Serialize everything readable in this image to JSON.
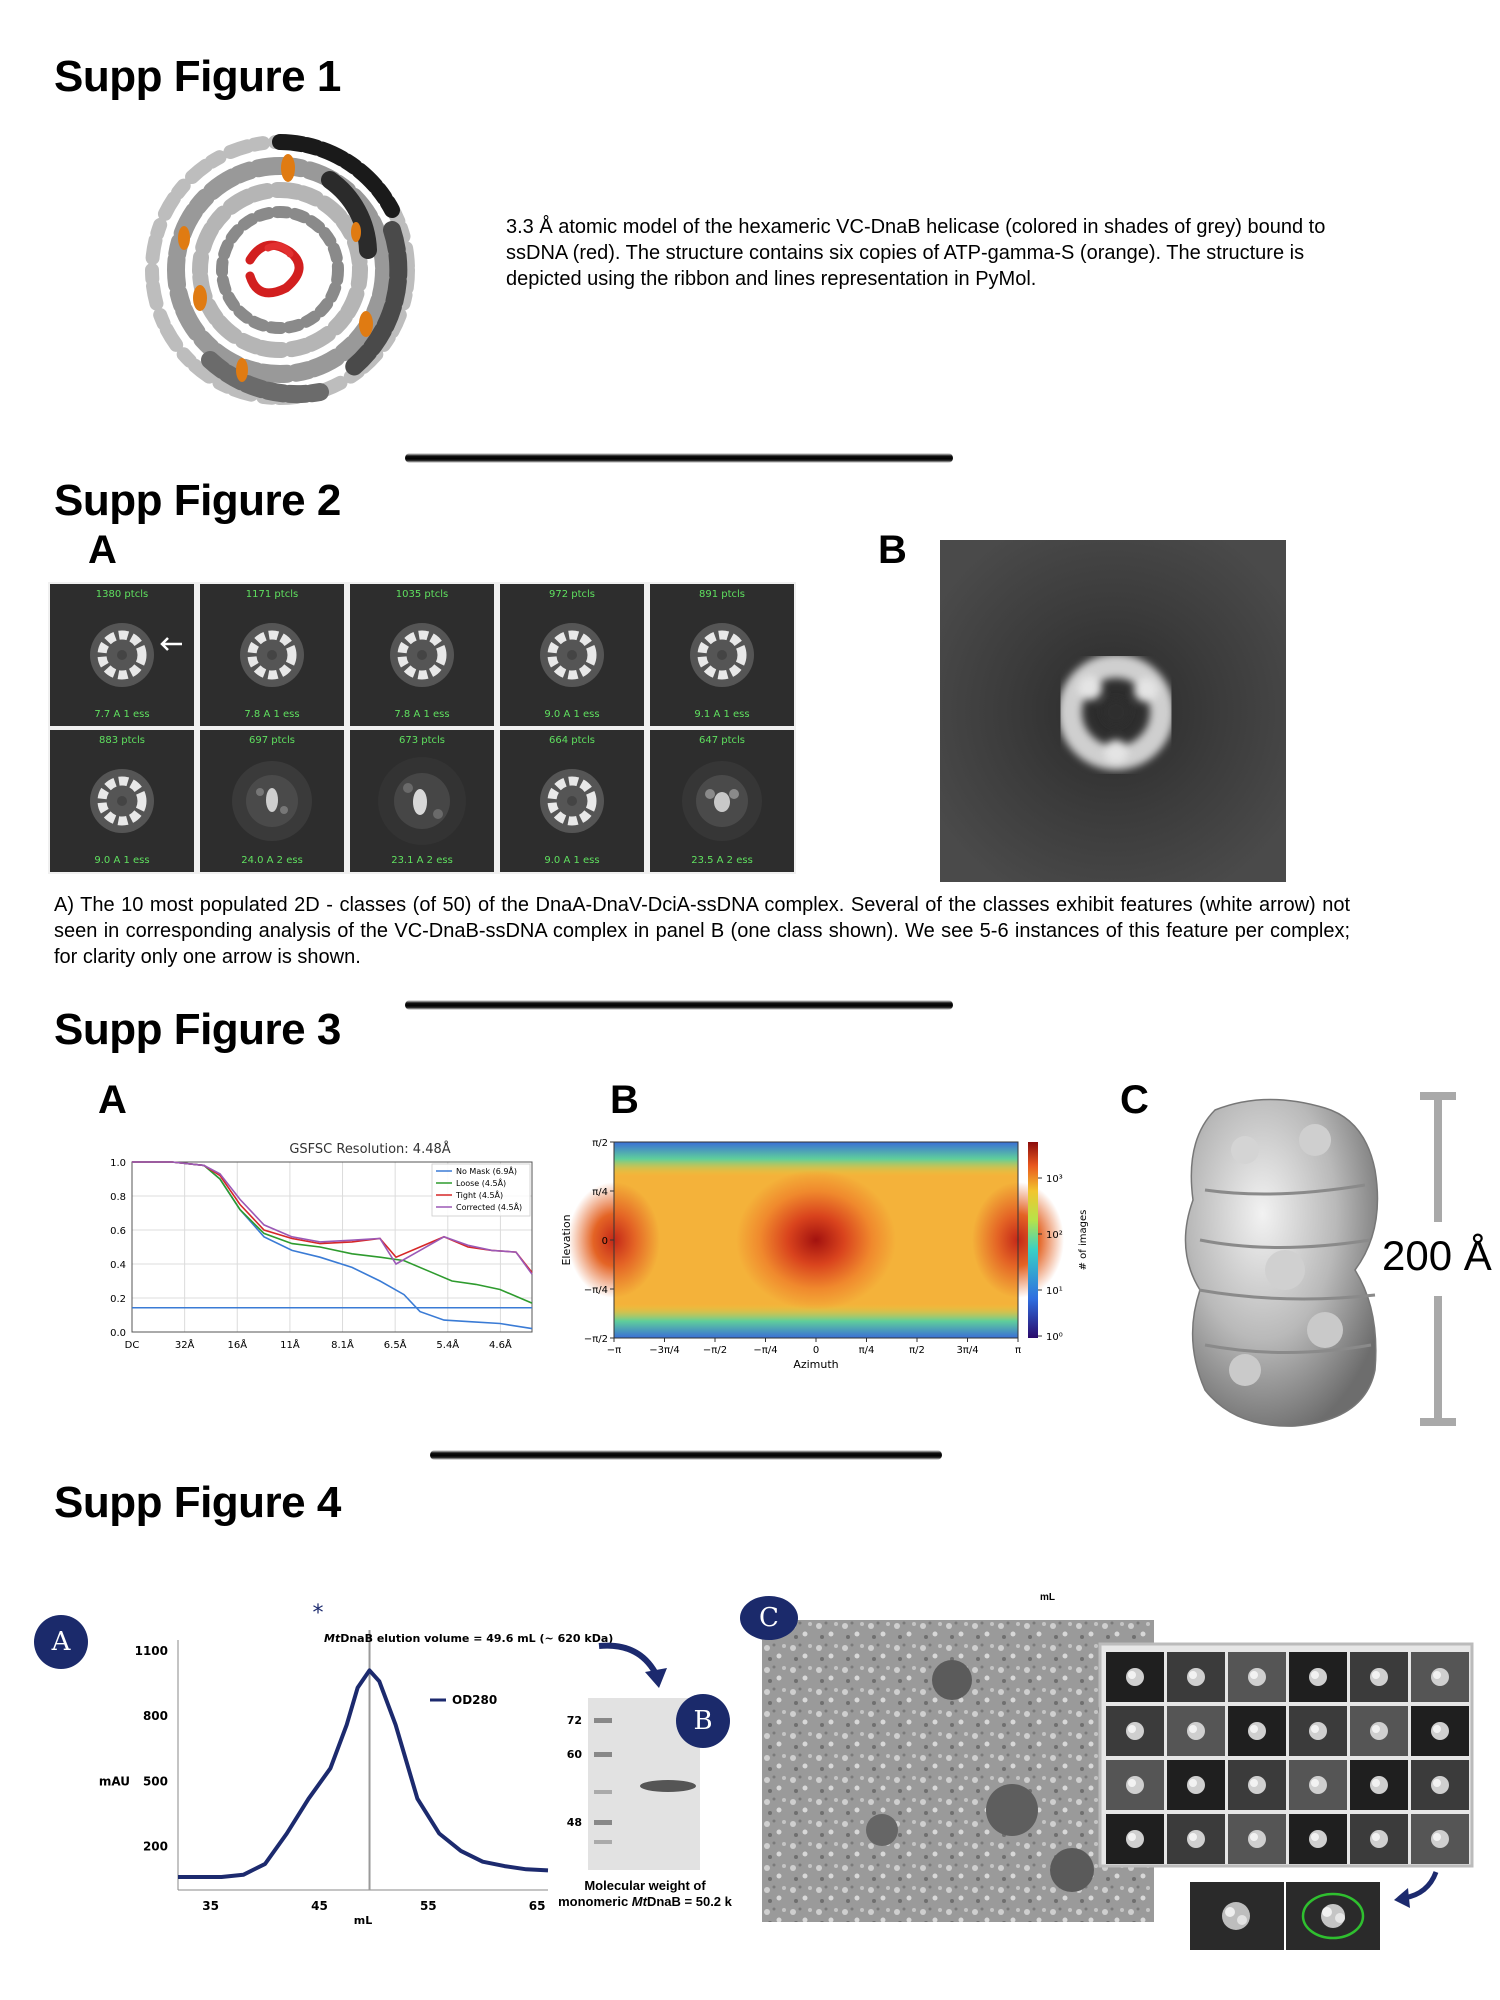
{
  "fig1": {
    "title": "Supp Figure 1",
    "caption": "3.3 Å atomic model of the hexameric VC-DnaB helicase (colored in shades of grey) bound to ssDNA (red).   The structure contains six copies of ATP-gamma-S (orange). The structure is depicted using the ribbon and lines representation in PyMol."
  },
  "fig2": {
    "title": "Supp Figure 2",
    "panel_a": "A",
    "panel_b": "B",
    "classes": [
      {
        "top": "1380 ptcls",
        "bottom": "7.7 A 1 ess"
      },
      {
        "top": "1171 ptcls",
        "bottom": "7.8 A 1 ess"
      },
      {
        "top": "1035 ptcls",
        "bottom": "7.8 A 1 ess"
      },
      {
        "top": "972 ptcls",
        "bottom": "9.0 A 1 ess"
      },
      {
        "top": "891 ptcls",
        "bottom": "9.1 A 1 ess"
      },
      {
        "top": "883 ptcls",
        "bottom": "9.0 A 1 ess"
      },
      {
        "top": "697 ptcls",
        "bottom": "24.0 A 2 ess"
      },
      {
        "top": "673 ptcls",
        "bottom": "23.1 A 2 ess"
      },
      {
        "top": "664 ptcls",
        "bottom": "9.0 A 1 ess"
      },
      {
        "top": "647 ptcls",
        "bottom": "23.5 A 2 ess"
      }
    ],
    "caption": "A) The 10 most populated 2D - classes (of 50) of the DnaA-DnaV-DciA-ssDNA complex. Several of the classes exhibit features (white arrow) not seen in corresponding analysis of the VC-DnaB-ssDNA complex in panel B (one class shown).   We see 5-6 instances of this feature per complex; for clarity only one arrow is shown."
  },
  "fig3": {
    "title": "Supp Figure 3",
    "panel_a": "A",
    "panel_b": "B",
    "panel_c": "C",
    "scale_label": "200 Å"
  },
  "fig4": {
    "title": "Supp Figure 4",
    "panel_a": "A",
    "panel_b": "B",
    "panel_c": "C",
    "chromatogram_annotation_italic": "Mt",
    "chromatogram_annotation": "DnaB elution volume = 49.6 mL (~ 620 kDa)",
    "gel_markers": [
      "72",
      "60",
      "48"
    ],
    "gel_caption_line1": "Molecular weight of",
    "gel_caption_line2a": "monomeric ",
    "gel_caption_line2_italic": "Mt",
    "gel_caption_line2b": "DnaB = 50.2 k",
    "asterisk": "*",
    "em_top_label": "mL"
  },
  "chart_data": [
    {
      "type": "line",
      "title": "GSFSC Resolution: 4.48Å",
      "x_tick_labels": [
        "DC",
        "32Å",
        "16Å",
        "11Å",
        "8.1Å",
        "6.5Å",
        "5.4Å",
        "4.6Å"
      ],
      "y_ticks": [
        "0.0",
        "0.2",
        "0.4",
        "0.6",
        "0.8",
        "1.0"
      ],
      "ylim": [
        0,
        1
      ],
      "x_range": [
        0,
        1
      ],
      "grid": true,
      "legend_position": "top-right",
      "threshold": 0.143,
      "series": [
        {
          "name": "No Mask (6.9Å)",
          "color": "#3a7bd5",
          "values": [
            [
              0,
              1
            ],
            [
              0.1,
              1
            ],
            [
              0.18,
              0.98
            ],
            [
              0.22,
              0.9
            ],
            [
              0.27,
              0.72
            ],
            [
              0.33,
              0.56
            ],
            [
              0.4,
              0.48
            ],
            [
              0.47,
              0.44
            ],
            [
              0.55,
              0.38
            ],
            [
              0.62,
              0.3
            ],
            [
              0.68,
              0.22
            ],
            [
              0.72,
              0.12
            ],
            [
              0.78,
              0.07
            ],
            [
              0.85,
              0.06
            ],
            [
              0.92,
              0.05
            ],
            [
              1.0,
              0.02
            ]
          ]
        },
        {
          "name": "Loose (4.5Å)",
          "color": "#2e9b2e",
          "values": [
            [
              0,
              1
            ],
            [
              0.1,
              1
            ],
            [
              0.18,
              0.98
            ],
            [
              0.22,
              0.9
            ],
            [
              0.27,
              0.72
            ],
            [
              0.33,
              0.58
            ],
            [
              0.4,
              0.52
            ],
            [
              0.47,
              0.5
            ],
            [
              0.55,
              0.46
            ],
            [
              0.62,
              0.44
            ],
            [
              0.68,
              0.42
            ],
            [
              0.74,
              0.36
            ],
            [
              0.8,
              0.3
            ],
            [
              0.86,
              0.28
            ],
            [
              0.92,
              0.25
            ],
            [
              1.0,
              0.17
            ]
          ]
        },
        {
          "name": "Tight (4.5Å)",
          "color": "#d62728",
          "values": [
            [
              0,
              1
            ],
            [
              0.1,
              1
            ],
            [
              0.18,
              0.98
            ],
            [
              0.22,
              0.92
            ],
            [
              0.27,
              0.75
            ],
            [
              0.33,
              0.6
            ],
            [
              0.4,
              0.55
            ],
            [
              0.47,
              0.52
            ],
            [
              0.55,
              0.53
            ],
            [
              0.62,
              0.55
            ],
            [
              0.66,
              0.44
            ],
            [
              0.72,
              0.5
            ],
            [
              0.78,
              0.56
            ],
            [
              0.84,
              0.5
            ],
            [
              0.9,
              0.48
            ],
            [
              0.96,
              0.47
            ],
            [
              1.0,
              0.35
            ]
          ]
        },
        {
          "name": "Corrected (4.5Å)",
          "color": "#9b59b6",
          "values": [
            [
              0,
              1
            ],
            [
              0.1,
              1
            ],
            [
              0.18,
              0.98
            ],
            [
              0.22,
              0.93
            ],
            [
              0.27,
              0.78
            ],
            [
              0.33,
              0.63
            ],
            [
              0.4,
              0.56
            ],
            [
              0.47,
              0.53
            ],
            [
              0.55,
              0.54
            ],
            [
              0.62,
              0.55
            ],
            [
              0.66,
              0.4
            ],
            [
              0.72,
              0.48
            ],
            [
              0.78,
              0.56
            ],
            [
              0.84,
              0.51
            ],
            [
              0.9,
              0.48
            ],
            [
              0.96,
              0.47
            ],
            [
              1.0,
              0.34
            ]
          ]
        }
      ]
    },
    {
      "type": "heatmap",
      "xlabel": "Azimuth",
      "ylabel": "Elevation",
      "colorbar_label": "# of images",
      "x_tick_labels": [
        "−π",
        "−3π/4",
        "−π/2",
        "−π/4",
        "0",
        "π/4",
        "π/2",
        "3π/4",
        "π"
      ],
      "y_tick_labels": [
        "−π/2",
        "−π/4",
        "0",
        "π/4",
        "π/2"
      ],
      "colorbar_ticks": [
        "10³",
        "10²",
        "10¹",
        "10⁰"
      ]
    },
    {
      "type": "line",
      "ylabel": "mAU",
      "xlabel": "mL",
      "legend_position": "top-right",
      "x_tick_labels": [
        "35",
        "45",
        "55",
        "65"
      ],
      "y_tick_labels": [
        "1100",
        "800",
        "500",
        "200"
      ],
      "xlim": [
        32,
        66
      ],
      "ylim": [
        0,
        1150
      ],
      "peak_x": 49.6,
      "series": [
        {
          "name": "OD280",
          "color": "#1c2a6e",
          "values": [
            [
              32,
              60
            ],
            [
              36,
              60
            ],
            [
              38,
              70
            ],
            [
              40,
              120
            ],
            [
              42,
              260
            ],
            [
              44,
              420
            ],
            [
              46,
              560
            ],
            [
              47.5,
              760
            ],
            [
              48.5,
              930
            ],
            [
              49.6,
              1010
            ],
            [
              50.5,
              960
            ],
            [
              52,
              760
            ],
            [
              54,
              420
            ],
            [
              56,
              260
            ],
            [
              58,
              180
            ],
            [
              60,
              130
            ],
            [
              62,
              110
            ],
            [
              64,
              95
            ],
            [
              66,
              90
            ]
          ]
        }
      ]
    }
  ]
}
